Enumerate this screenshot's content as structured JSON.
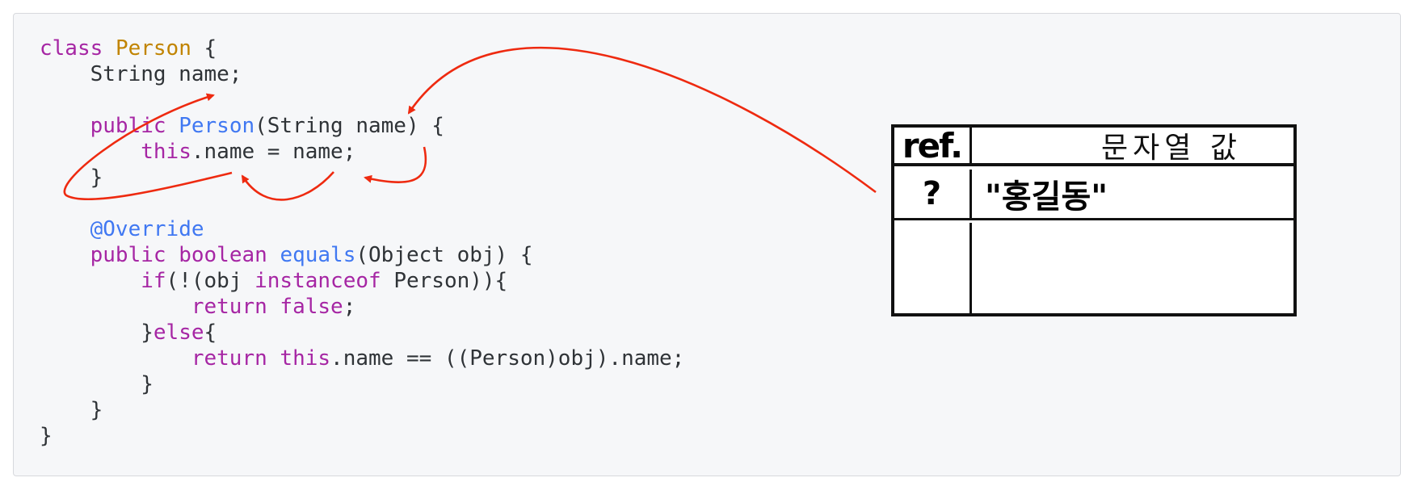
{
  "code": {
    "lines": [
      [
        {
          "t": "class",
          "c": "kw"
        },
        {
          "t": " "
        },
        {
          "t": "Person",
          "c": "cls"
        },
        {
          "t": " {"
        }
      ],
      [
        {
          "t": "    String name;"
        }
      ],
      [
        {
          "t": ""
        }
      ],
      [
        {
          "t": "    "
        },
        {
          "t": "public",
          "c": "kw"
        },
        {
          "t": " "
        },
        {
          "t": "Person",
          "c": "fn"
        },
        {
          "t": "(String name) {"
        }
      ],
      [
        {
          "t": "        "
        },
        {
          "t": "this",
          "c": "kw"
        },
        {
          "t": ".name = name;"
        }
      ],
      [
        {
          "t": "    }"
        }
      ],
      [
        {
          "t": ""
        }
      ],
      [
        {
          "t": "    "
        },
        {
          "t": "@Override",
          "c": "ann"
        }
      ],
      [
        {
          "t": "    "
        },
        {
          "t": "public",
          "c": "kw"
        },
        {
          "t": " "
        },
        {
          "t": "boolean",
          "c": "kw"
        },
        {
          "t": " "
        },
        {
          "t": "equals",
          "c": "fn"
        },
        {
          "t": "(Object obj) {"
        }
      ],
      [
        {
          "t": "        "
        },
        {
          "t": "if",
          "c": "kw"
        },
        {
          "t": "(!(obj "
        },
        {
          "t": "instanceof",
          "c": "kw"
        },
        {
          "t": " Person)){"
        }
      ],
      [
        {
          "t": "            "
        },
        {
          "t": "return",
          "c": "kw"
        },
        {
          "t": " "
        },
        {
          "t": "false",
          "c": "kw"
        },
        {
          "t": ";"
        }
      ],
      [
        {
          "t": "        }"
        },
        {
          "t": "else",
          "c": "kw"
        },
        {
          "t": "{"
        }
      ],
      [
        {
          "t": "            "
        },
        {
          "t": "return",
          "c": "kw"
        },
        {
          "t": " "
        },
        {
          "t": "this",
          "c": "kw"
        },
        {
          "t": ".name == ((Person)obj).name;"
        }
      ],
      [
        {
          "t": "        }"
        }
      ],
      [
        {
          "t": "    }"
        }
      ],
      [
        {
          "t": "}"
        }
      ]
    ]
  },
  "ref_table": {
    "header_ref": "ref.",
    "header_value": "문자열 값",
    "rows": [
      {
        "ref": "?",
        "value": "\"홍길동\""
      },
      {
        "ref": "",
        "value": ""
      }
    ]
  },
  "colors": {
    "arrow": "#ee2a10",
    "keyword": "#a626a4",
    "class_name": "#c18401",
    "function": "#4078f2",
    "text": "#2f3337",
    "panel_bg": "#f6f7f9"
  }
}
